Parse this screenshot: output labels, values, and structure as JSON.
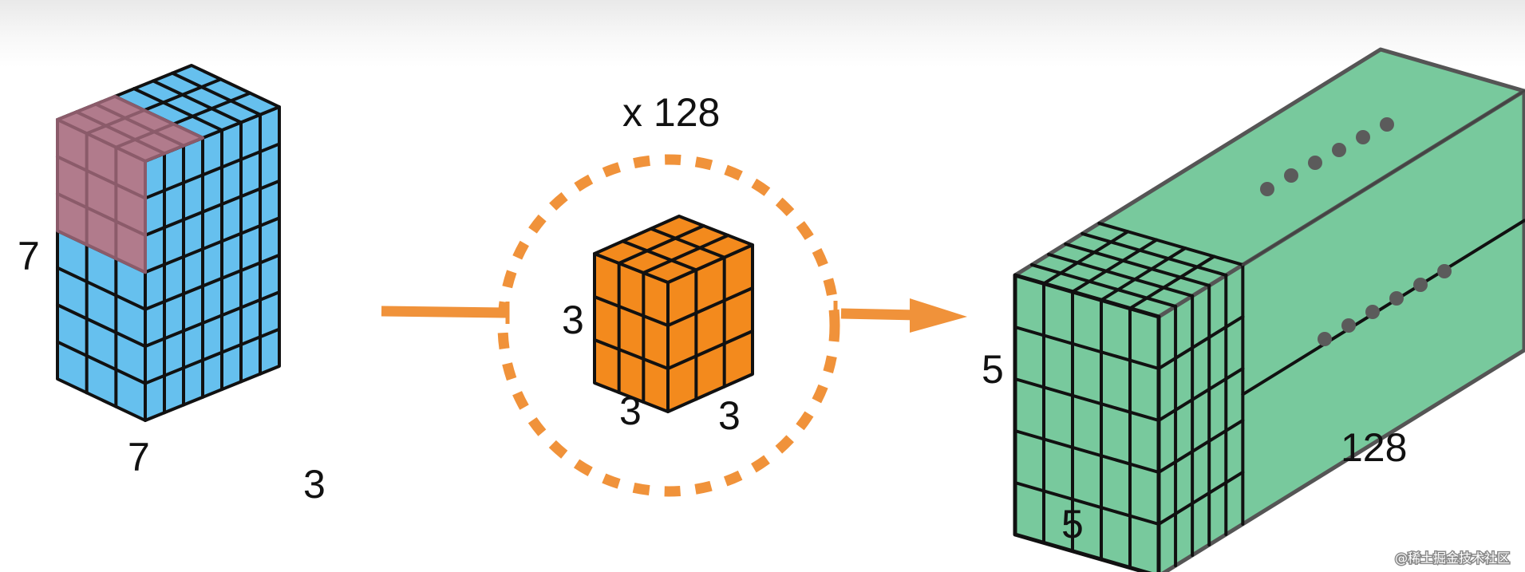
{
  "colors": {
    "input_blue": "#66c0ee",
    "window_mauve": "#b17b8c",
    "kernel_orange": "#f38a1d",
    "output_green": "#78c99d",
    "arrow_orange": "#f0923a",
    "grid_line": "#111111"
  },
  "input": {
    "height_label": "7",
    "width_label": "7",
    "depth_label": "3"
  },
  "kernel": {
    "count_label": "x 128",
    "side_label_left": "3",
    "side_label_bottom_left": "3",
    "side_label_bottom_right": "3"
  },
  "output": {
    "height_label": "5",
    "width_label": "5",
    "depth_label": "128"
  },
  "watermark": "@稀土掘金技术社区"
}
